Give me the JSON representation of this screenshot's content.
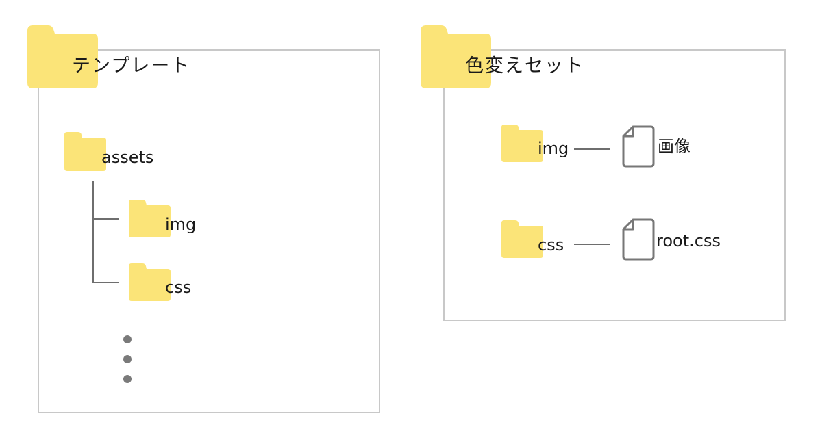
{
  "colors": {
    "folder": "#fbe478",
    "border": "#c8c8c8",
    "line": "#6e6e6e",
    "dot": "#7a7a7a",
    "file_stroke": "#777777"
  },
  "template_panel": {
    "title": "テンプレート",
    "root_folder": {
      "label": "assets",
      "icon": "folder-icon"
    },
    "children": [
      {
        "label": "img",
        "icon": "folder-icon"
      },
      {
        "label": "css",
        "icon": "folder-icon"
      }
    ],
    "more_indicator": "vertical-ellipsis"
  },
  "color_set_panel": {
    "title": "色変えセット",
    "rows": [
      {
        "folder_label": "img",
        "file_label": "画像",
        "folder_icon": "folder-icon",
        "file_icon": "file-icon"
      },
      {
        "folder_label": "css",
        "file_label": "root.css",
        "folder_icon": "folder-icon",
        "file_icon": "file-icon"
      }
    ]
  }
}
